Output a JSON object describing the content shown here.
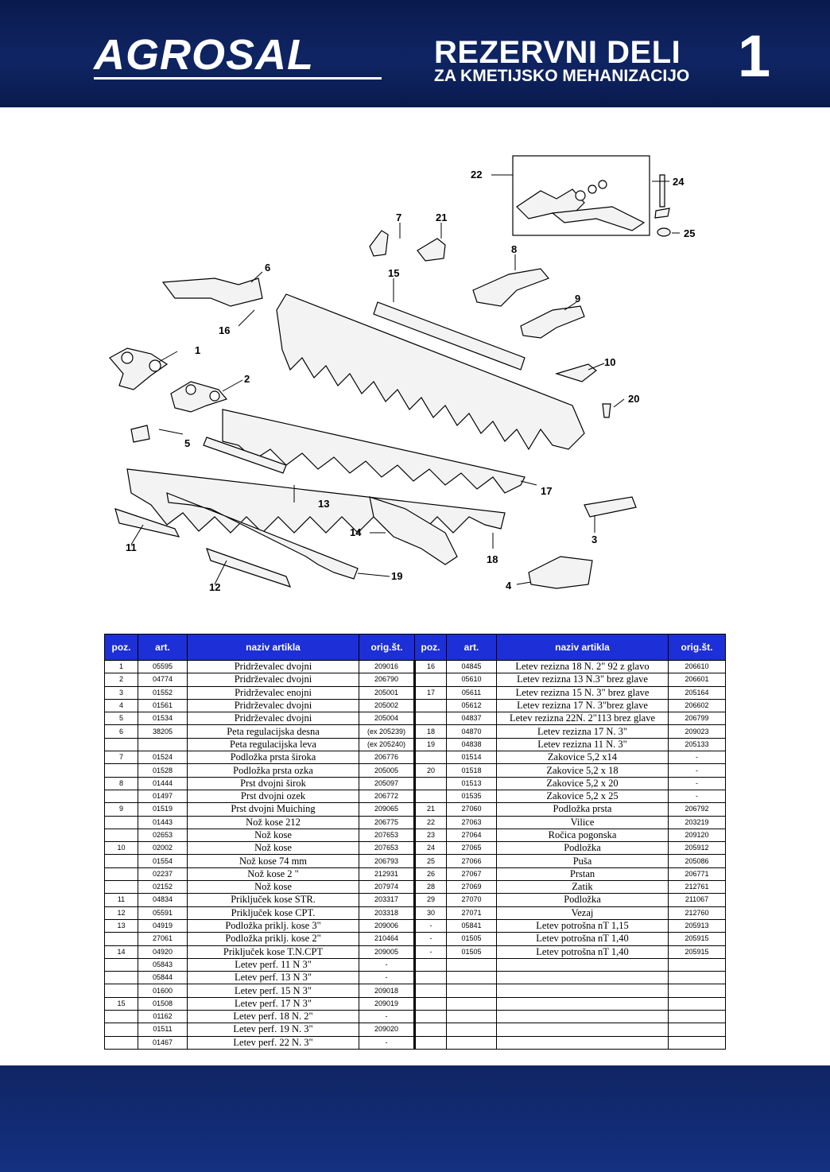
{
  "header": {
    "logo": "AGROSAL",
    "title": "REZERVNI DELI",
    "subtitle": "ZA KMETIJSKO MEHANIZACIJO",
    "page_number": "1"
  },
  "colors": {
    "header_bg": "#0f2563",
    "table_header_bg": "#1d2fd6"
  },
  "diagram_labels": [
    "1",
    "2",
    "3",
    "4",
    "5",
    "6",
    "7",
    "8",
    "9",
    "10",
    "11",
    "12",
    "13",
    "14",
    "15",
    "16",
    "17",
    "18",
    "19",
    "20",
    "21",
    "22",
    "24",
    "25"
  ],
  "table": {
    "headers": [
      "poz.",
      "art.",
      "naziv artikla",
      "orig.št.",
      "poz.",
      "art.",
      "naziv artikla",
      "orig.št."
    ],
    "rows": [
      {
        "lpoz": "1",
        "lart": "05595",
        "lname": "Pridrževalec dvojni",
        "lorig": "209016",
        "rpoz": "16",
        "rart": "04845",
        "rname": "Letev rezizna 18 N. 2\" 92 z glavo",
        "rorig": "206610"
      },
      {
        "lpoz": "2",
        "lart": "04774",
        "lname": "Pridrževalec dvojni",
        "lorig": "206790",
        "rpoz": "",
        "rart": "05610",
        "rname": "Letev rezizna 13 N.3\" brez glave",
        "rorig": "206601"
      },
      {
        "lpoz": "3",
        "lart": "01552",
        "lname": "Pridrževalec enojni",
        "lorig": "205001",
        "rpoz": "17",
        "rart": "05611",
        "rname": "Letev rezizna 15 N. 3\" brez glave",
        "rorig": "205164"
      },
      {
        "lpoz": "4",
        "lart": "01561",
        "lname": "Pridrževalec dvojni",
        "lorig": "205002",
        "rpoz": "",
        "rart": "05612",
        "rname": "Letev rezizna 17 N. 3\"brez glave",
        "rorig": "206602"
      },
      {
        "lpoz": "5",
        "lart": "01534",
        "lname": "Pridrževalec dvojni",
        "lorig": "205004",
        "rpoz": "",
        "rart": "04837",
        "rname": "Letev rezizna 22N. 2\"113 brez glave",
        "rorig": "206799"
      },
      {
        "lpoz": "6",
        "lart": "38205",
        "lname": "Peta  regulacijska desna",
        "lorig": "(ex 205239)",
        "rpoz": "18",
        "rart": "04870",
        "rname": "Letev rezizna 17 N. 3\"",
        "rorig": "209023"
      },
      {
        "lpoz": "",
        "lart": "",
        "lname": "Peta regulacijska leva",
        "lorig": "(ex 205240)",
        "rpoz": "19",
        "rart": "04838",
        "rname": "Letev rezizna 11 N. 3\"",
        "rorig": "205133"
      },
      {
        "lpoz": "7",
        "lart": "01524",
        "lname": "Podložka prsta široka",
        "lorig": "206776",
        "rpoz": "",
        "rart": "01514",
        "rname": "Zakovice 5,2 x14",
        "rorig": "-"
      },
      {
        "lpoz": "",
        "lart": "01528",
        "lname": "Podložka prsta ozka",
        "lorig": "205005",
        "rpoz": "20",
        "rart": "01518",
        "rname": "Zakovice 5,2 x 18",
        "rorig": "-"
      },
      {
        "lpoz": "8",
        "lart": "01444",
        "lname": "Prst dvojni širok",
        "lorig": "205097",
        "rpoz": "",
        "rart": "01513",
        "rname": "Zakovice 5,2 x 20",
        "rorig": "-"
      },
      {
        "lpoz": "",
        "lart": "01497",
        "lname": "Prst dvojni ozek",
        "lorig": "206772",
        "rpoz": "",
        "rart": "01535",
        "rname": "Zakovice 5,2 x 25",
        "rorig": "-"
      },
      {
        "lpoz": "9",
        "lart": "01519",
        "lname": "Prst dvojni Muiching",
        "lorig": "209065",
        "rpoz": "21",
        "rart": "27060",
        "rname": "Podložka prsta",
        "rorig": "206792"
      },
      {
        "lpoz": "",
        "lart": "01443",
        "lname": "Nož kose 212",
        "lorig": "206775",
        "rpoz": "22",
        "rart": "27063",
        "rname": "Vilice",
        "rorig": "203219"
      },
      {
        "lpoz": "",
        "lart": "02653",
        "lname": "Nož kose",
        "lorig": "207653",
        "rpoz": "23",
        "rart": "27064",
        "rname": "Ročica pogonska",
        "rorig": "209120"
      },
      {
        "lpoz": "10",
        "lart": "02002",
        "lname": "Nož kose",
        "lorig": "207653",
        "rpoz": "24",
        "rart": "27065",
        "rname": "Podložka",
        "rorig": "205912"
      },
      {
        "lpoz": "",
        "lart": "01554",
        "lname": "Nož kose 74 mm",
        "lorig": "206793",
        "rpoz": "25",
        "rart": "27066",
        "rname": "Puša",
        "rorig": "205086"
      },
      {
        "lpoz": "",
        "lart": "02237",
        "lname": "Nož kose 2 \"",
        "lorig": "212931",
        "rpoz": "26",
        "rart": "27067",
        "rname": "Prstan",
        "rorig": "206771"
      },
      {
        "lpoz": "",
        "lart": "02152",
        "lname": "Nož kose",
        "lorig": "207974",
        "rpoz": "28",
        "rart": "27069",
        "rname": "Zatik",
        "rorig": "212761"
      },
      {
        "lpoz": "11",
        "lart": "04834",
        "lname": "Priključek kose STR.",
        "lorig": "203317",
        "rpoz": "29",
        "rart": "27070",
        "rname": "Podložka",
        "rorig": "211067"
      },
      {
        "lpoz": "12",
        "lart": "05591",
        "lname": "Priključek kose CPT.",
        "lorig": "203318",
        "rpoz": "30",
        "rart": "27071",
        "rname": "Vezaj",
        "rorig": "212760"
      },
      {
        "lpoz": "13",
        "lart": "04919",
        "lname": "Podložka priklj. kose 3\"",
        "lorig": "209006",
        "rpoz": "-",
        "rart": "05841",
        "rname": "Letev potrošna nT 1,15",
        "rorig": "205913"
      },
      {
        "lpoz": "",
        "lart": "27061",
        "lname": "Podložka priklj. kose 2\"",
        "lorig": "210464",
        "rpoz": "-",
        "rart": "01505",
        "rname": "Letev potrošna nT 1,40",
        "rorig": "205915"
      },
      {
        "lpoz": "14",
        "lart": "04920",
        "lname": "Priključek kose T.N.CPT",
        "lorig": "209005",
        "rpoz": "-",
        "rart": "01505",
        "rname": "Letev potrošna nT 1,40",
        "rorig": "205915"
      },
      {
        "lpoz": "",
        "lart": "05843",
        "lname": "Letev perf. 11 N 3\"",
        "lorig": "-",
        "rpoz": "",
        "rart": "",
        "rname": "",
        "rorig": ""
      },
      {
        "lpoz": "",
        "lart": "05844",
        "lname": "Letev perf. 13 N 3\"",
        "lorig": "-",
        "rpoz": "",
        "rart": "",
        "rname": "",
        "rorig": ""
      },
      {
        "lpoz": "",
        "lart": "01600",
        "lname": "Letev perf. 15 N 3\"",
        "lorig": "209018",
        "rpoz": "",
        "rart": "",
        "rname": "",
        "rorig": ""
      },
      {
        "lpoz": "15",
        "lart": "01508",
        "lname": "Letev perf. 17 N 3\"",
        "lorig": "209019",
        "rpoz": "",
        "rart": "",
        "rname": "",
        "rorig": ""
      },
      {
        "lpoz": "",
        "lart": "01162",
        "lname": "Letev perf. 18 N. 2\"",
        "lorig": "-",
        "rpoz": "",
        "rart": "",
        "rname": "",
        "rorig": ""
      },
      {
        "lpoz": "",
        "lart": "01511",
        "lname": "Letev perf. 19 N. 3\"",
        "lorig": "209020",
        "rpoz": "",
        "rart": "",
        "rname": "",
        "rorig": ""
      },
      {
        "lpoz": "",
        "lart": "01467",
        "lname": "Letev perf. 22 N. 3\"",
        "lorig": "-",
        "rpoz": "",
        "rart": "",
        "rname": "",
        "rorig": ""
      }
    ]
  }
}
